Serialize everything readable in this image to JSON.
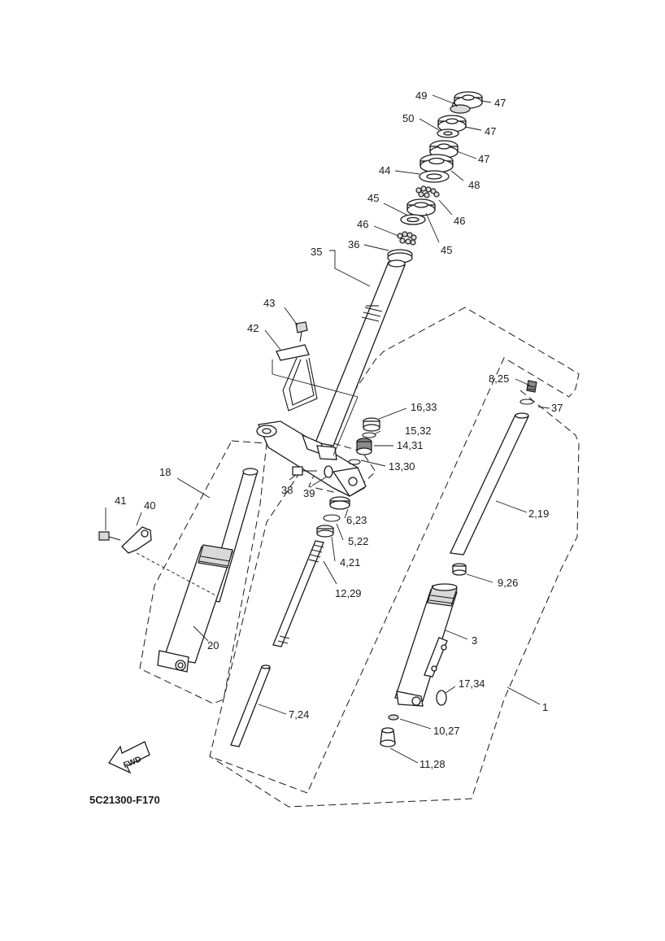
{
  "diagram": {
    "code": "5C21300-F170",
    "fwd_label": "FWD",
    "labels": [
      {
        "id": "p49",
        "text": "49"
      },
      {
        "id": "p47a",
        "text": "47"
      },
      {
        "id": "p50",
        "text": "50"
      },
      {
        "id": "p47b",
        "text": "47"
      },
      {
        "id": "p47c",
        "text": "47"
      },
      {
        "id": "p44",
        "text": "44"
      },
      {
        "id": "p48",
        "text": "48"
      },
      {
        "id": "p45a",
        "text": "45"
      },
      {
        "id": "p46a",
        "text": "46"
      },
      {
        "id": "p46b",
        "text": "46"
      },
      {
        "id": "p45b",
        "text": "45"
      },
      {
        "id": "p35",
        "text": "35"
      },
      {
        "id": "p36",
        "text": "36"
      },
      {
        "id": "p43",
        "text": "43"
      },
      {
        "id": "p42",
        "text": "42"
      },
      {
        "id": "p8_25",
        "text": "8,25"
      },
      {
        "id": "p37",
        "text": "37"
      },
      {
        "id": "p16_33",
        "text": "16,33"
      },
      {
        "id": "p15_32",
        "text": "15,32"
      },
      {
        "id": "p14_31",
        "text": "14,31"
      },
      {
        "id": "p13_30",
        "text": "13,30"
      },
      {
        "id": "p18",
        "text": "18"
      },
      {
        "id": "p38",
        "text": "38"
      },
      {
        "id": "p39",
        "text": "39"
      },
      {
        "id": "p2_19",
        "text": "2,19"
      },
      {
        "id": "p6_23",
        "text": "6,23"
      },
      {
        "id": "p41",
        "text": "41"
      },
      {
        "id": "p40",
        "text": "40"
      },
      {
        "id": "p5_22",
        "text": "5,22"
      },
      {
        "id": "p4_21",
        "text": "4,21"
      },
      {
        "id": "p9_26",
        "text": "9,26"
      },
      {
        "id": "p12_29",
        "text": "12,29"
      },
      {
        "id": "p3",
        "text": "3"
      },
      {
        "id": "p20",
        "text": "20"
      },
      {
        "id": "p17_34",
        "text": "17,34"
      },
      {
        "id": "p1",
        "text": "1"
      },
      {
        "id": "p7_24",
        "text": "7,24"
      },
      {
        "id": "p10_27",
        "text": "10,27"
      },
      {
        "id": "p11_28",
        "text": "11,28"
      }
    ]
  }
}
